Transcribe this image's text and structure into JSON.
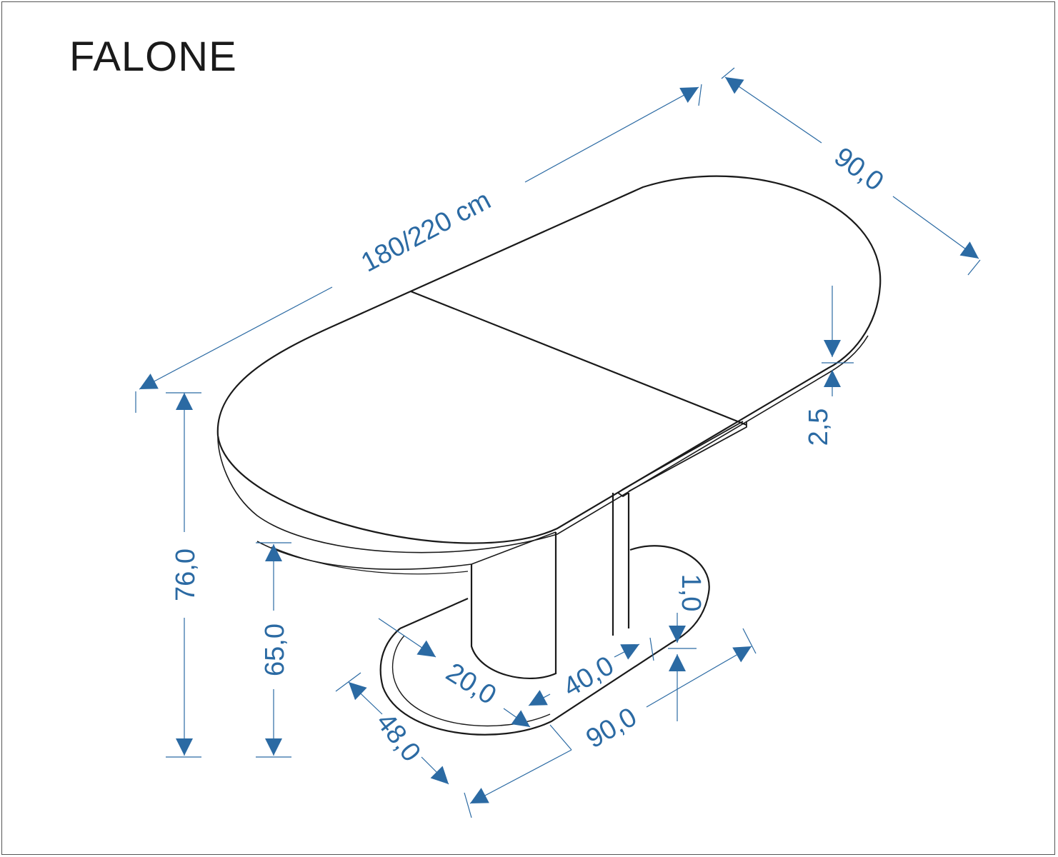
{
  "title": "FALONE",
  "colors": {
    "dimension": "#2b6aa3",
    "outline": "#1a1a1a"
  },
  "dimensions": {
    "length": "180/220 cm",
    "width_top": "90,0",
    "height_total": "76,0",
    "height_column": "65,0",
    "top_thickness": "2,5",
    "base_thickness": "1,0",
    "column_depth": "20,0",
    "column_width": "40,0",
    "base_depth": "48,0",
    "base_length": "90,0"
  }
}
